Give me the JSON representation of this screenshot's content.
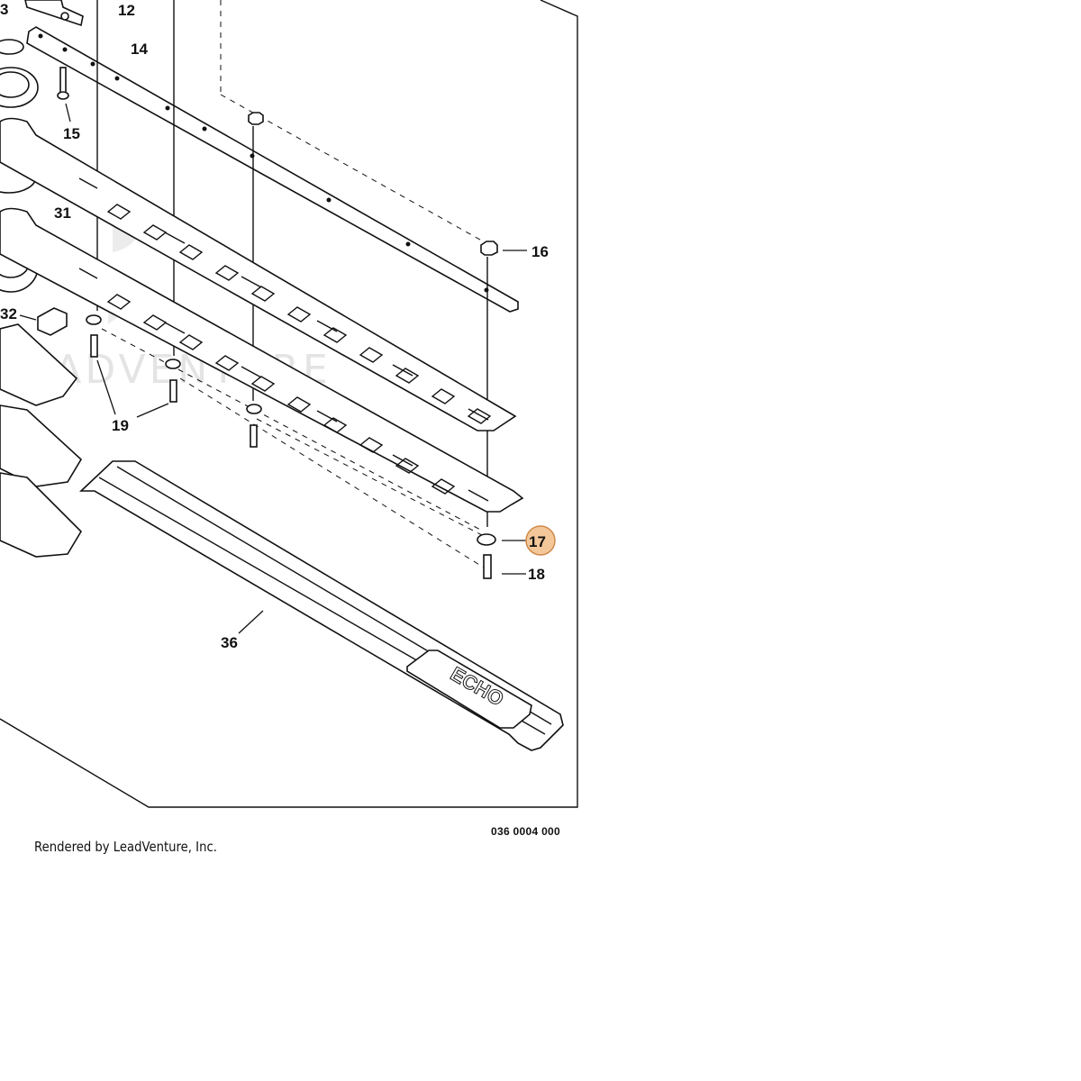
{
  "callouts": {
    "c3": "3",
    "c12": "12",
    "c14": "14",
    "c15": "15",
    "c16": "16",
    "c17": "17",
    "c18": "18",
    "c19": "19",
    "c31": "31",
    "c32": "32",
    "c36": "36"
  },
  "highlight": {
    "callout": "17",
    "color": "#f3c79a",
    "border": "#d08a4a"
  },
  "watermark": "LEADVENTURE",
  "logo_text": "ECHO",
  "footer": {
    "diagram_code": "036 0004 000",
    "credit": "Rendered by LeadVenture, Inc."
  }
}
